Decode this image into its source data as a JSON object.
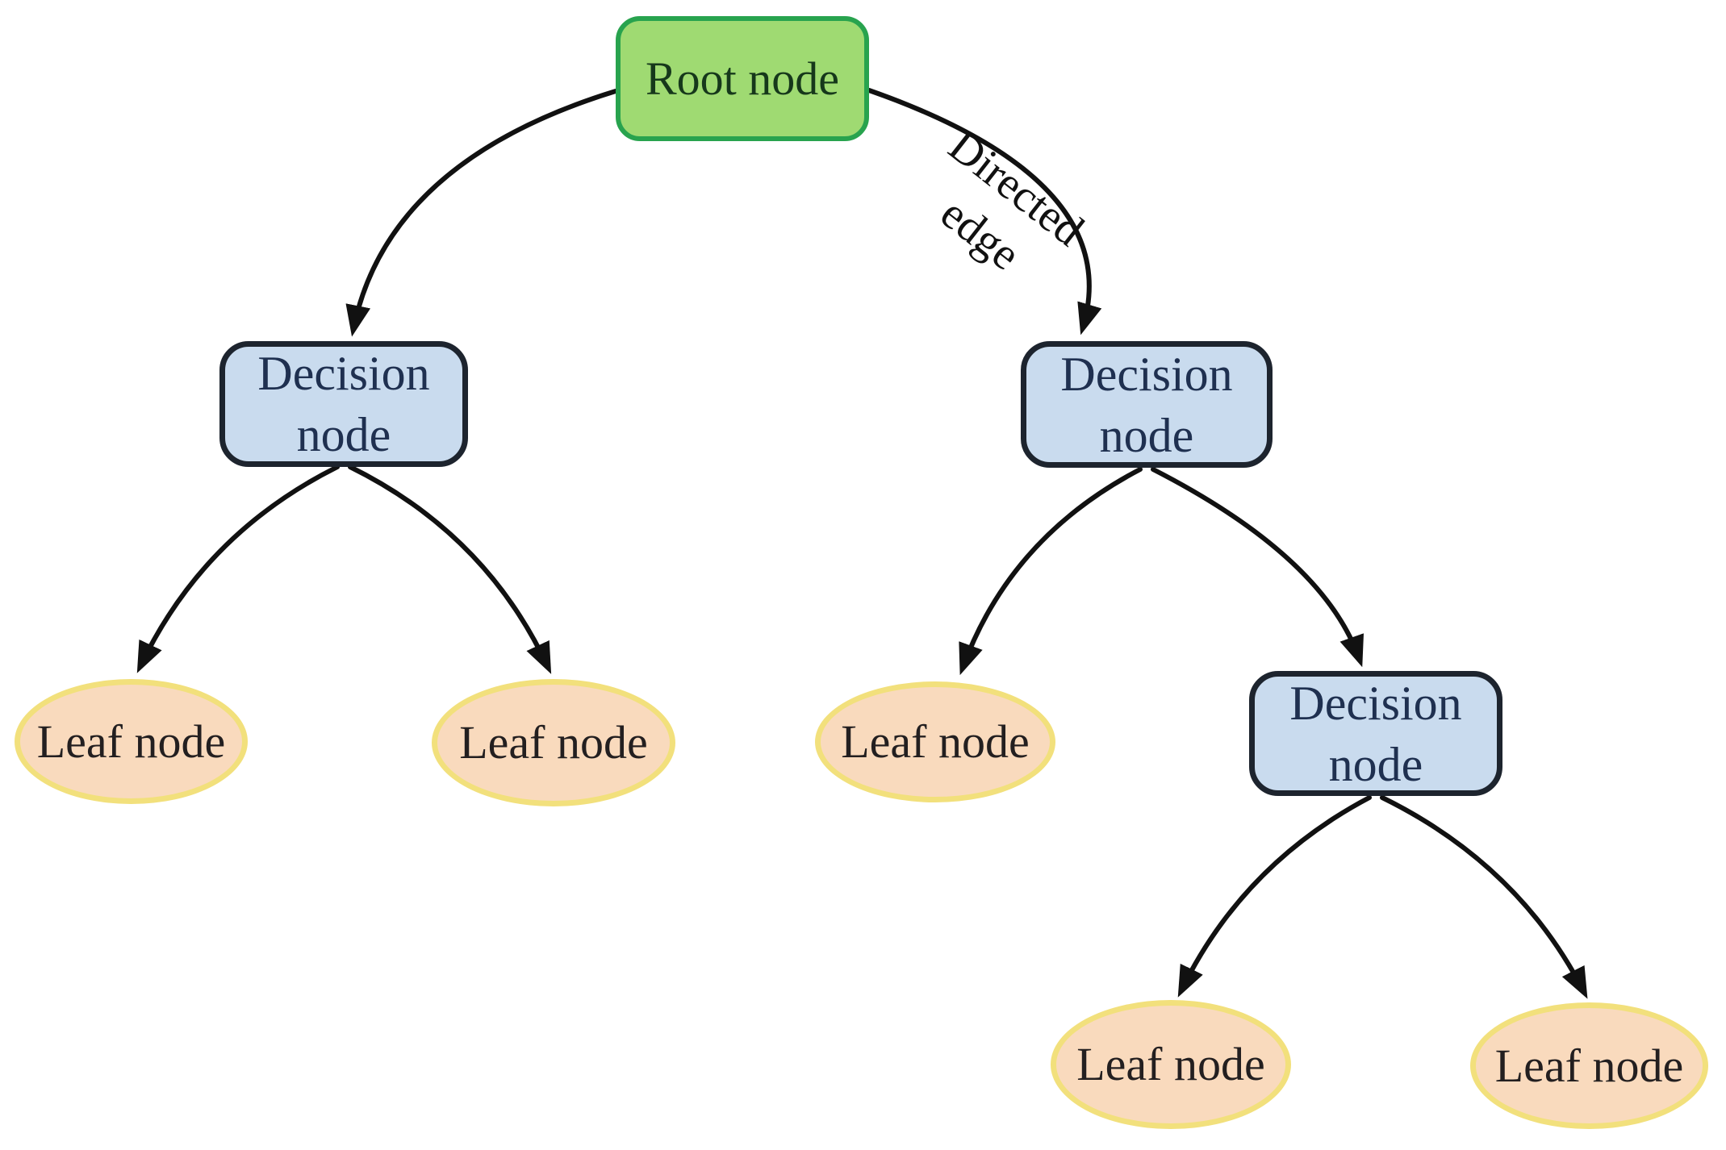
{
  "diagram": {
    "type": "decision-tree",
    "background": "#ffffff",
    "edge_label": "Directed edge",
    "colors": {
      "root_fill": "#9fda72",
      "root_border": "#28a34e",
      "root_text": "#16381b",
      "decision_fill": "#c9dbee",
      "decision_border": "#1d242e",
      "decision_text": "#1f3050",
      "leaf_fill": "#f9dabd",
      "leaf_border": "#f2e07c",
      "leaf_text": "#231f20",
      "edge_line": "#111111"
    },
    "nodes": [
      {
        "id": "root",
        "type": "root",
        "label": "Root node"
      },
      {
        "id": "decision-left",
        "type": "decision",
        "label": "Decision node"
      },
      {
        "id": "decision-right",
        "type": "decision",
        "label": "Decision node"
      },
      {
        "id": "decision-right-lower",
        "type": "decision",
        "label": "Decision node"
      },
      {
        "id": "leaf-left-1",
        "type": "leaf",
        "label": "Leaf node"
      },
      {
        "id": "leaf-left-2",
        "type": "leaf",
        "label": "Leaf node"
      },
      {
        "id": "leaf-right-1",
        "type": "leaf",
        "label": "Leaf node"
      },
      {
        "id": "leaf-bottom-1",
        "type": "leaf",
        "label": "Leaf node"
      },
      {
        "id": "leaf-bottom-2",
        "type": "leaf",
        "label": "Leaf node"
      }
    ],
    "edges": [
      {
        "from": "root",
        "to": "decision-left",
        "label": ""
      },
      {
        "from": "root",
        "to": "decision-right",
        "label": "Directed edge"
      },
      {
        "from": "decision-left",
        "to": "leaf-left-1",
        "label": ""
      },
      {
        "from": "decision-left",
        "to": "leaf-left-2",
        "label": ""
      },
      {
        "from": "decision-right",
        "to": "leaf-right-1",
        "label": ""
      },
      {
        "from": "decision-right",
        "to": "decision-right-lower",
        "label": ""
      },
      {
        "from": "decision-right-lower",
        "to": "leaf-bottom-1",
        "label": ""
      },
      {
        "from": "decision-right-lower",
        "to": "leaf-bottom-2",
        "label": ""
      }
    ]
  }
}
